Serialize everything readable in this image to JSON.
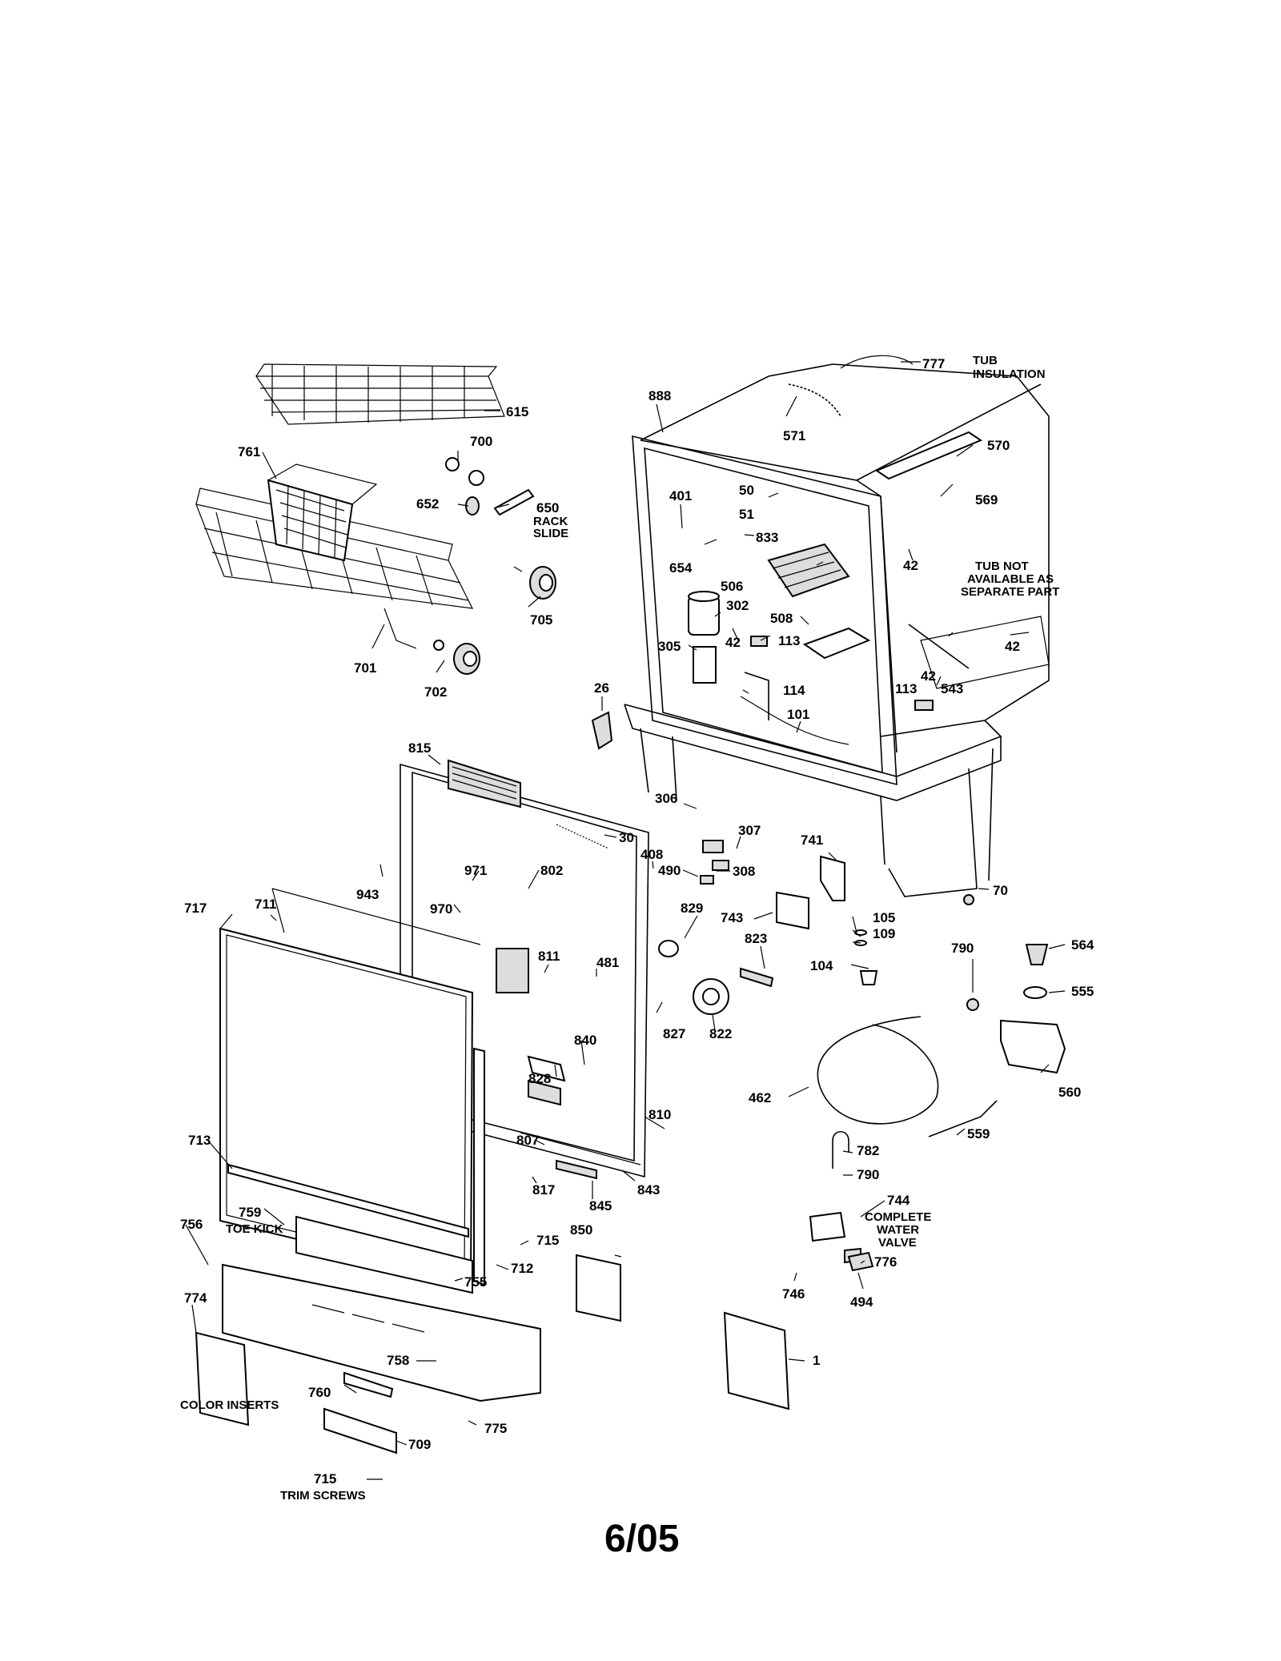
{
  "labels": {
    "l777": "777",
    "tub_insulation_1": "TUB",
    "tub_insulation_2": "INSULATION",
    "l888": "888",
    "l571": "571",
    "l570": "570",
    "l569": "569",
    "l615": "615",
    "l700": "700",
    "l761": "761",
    "l652": "652",
    "l650": "650",
    "rack_slide_1": "RACK",
    "rack_slide_2": "SLIDE",
    "l705": "705",
    "l701": "701",
    "l702": "702",
    "l401": "401",
    "l50": "50",
    "l51": "51",
    "l833": "833",
    "l654": "654",
    "l506": "506",
    "l302": "302",
    "l508": "508",
    "l42a": "42",
    "l42b": "42",
    "l42c": "42",
    "l42d": "42",
    "tub_note_1": "TUB NOT",
    "tub_note_2": "AVAILABLE AS",
    "tub_note_3": "SEPARATE PART",
    "l305": "305",
    "l113a": "113",
    "l113b": "113",
    "l114": "114",
    "l543": "543",
    "l101": "101",
    "l26": "26",
    "l815": "815",
    "l306": "306",
    "l30": "30",
    "l307": "307",
    "l741": "741",
    "l408": "408",
    "l490": "490",
    "l308": "308",
    "l943": "943",
    "l971": "971",
    "l802": "802",
    "l70": "70",
    "l970": "970",
    "l717": "717",
    "l711": "711",
    "l829": "829",
    "l743": "743",
    "l105": "105",
    "l109": "109",
    "l790a": "790",
    "l564": "564",
    "l811": "811",
    "l823": "823",
    "l104": "104",
    "l555": "555",
    "l481": "481",
    "l827": "827",
    "l822": "822",
    "l840": "840",
    "l560": "560",
    "l462": "462",
    "l828": "828",
    "l810": "810",
    "l559": "559",
    "l807": "807",
    "l713": "713",
    "l782": "782",
    "l790b": "790",
    "l817": "817",
    "l843": "843",
    "l845": "845",
    "l744": "744",
    "water_valve_1": "COMPLETE",
    "water_valve_2": "WATER",
    "water_valve_3": "VALVE",
    "l756": "756",
    "l759": "759",
    "toe_kick": "TOE KICK",
    "l850": "850",
    "l776": "776",
    "l715a": "715",
    "l712": "712",
    "l755": "755",
    "l746": "746",
    "l494": "494",
    "l774": "774",
    "l758": "758",
    "l1": "1",
    "l760": "760",
    "color_inserts": "COLOR INSERTS",
    "l775": "775",
    "l709": "709",
    "l715b": "715",
    "trim_screws": "TRIM SCREWS"
  },
  "caption": "6/05"
}
